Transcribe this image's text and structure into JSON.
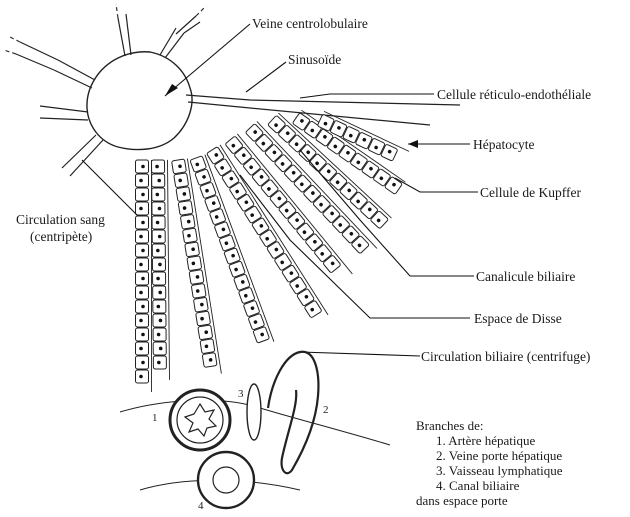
{
  "labels": {
    "veine_centrolobulaire": "Veine centrolobulaire",
    "sinusoide": "Sinusoïde",
    "cellule_reticulo": "Cellule réticulo-endothéliale",
    "hepatocyte": "Hépatocyte",
    "kupffer": "Cellule de Kupffer",
    "circulation_sang_1": "Circulation sang",
    "circulation_sang_2": "(centripète)",
    "canalicule": "Canalicule biliaire",
    "disse": "Espace de Disse",
    "circulation_biliaire": "Circulation biliaire (centrifuge)"
  },
  "legend": {
    "title": "Branches de:",
    "items": [
      "1. Artère hépatique",
      "2. Veine porte hépatique",
      "3. Vaisseau lymphatique",
      "4. Canal biliaire"
    ],
    "footer": "dans espace porte"
  },
  "numbers": {
    "n1": "1",
    "n2": "2",
    "n3": "3",
    "n4": "4"
  }
}
